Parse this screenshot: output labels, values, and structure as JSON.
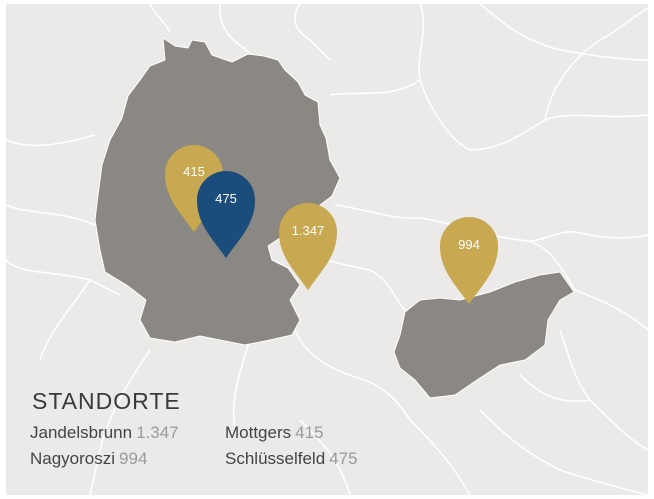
{
  "legend": {
    "title": "STANDORTE",
    "locations": [
      {
        "name": "Jandelsbrunn",
        "count": "1.347"
      },
      {
        "name": "Mottgers",
        "count": "415"
      },
      {
        "name": "Nagyoroszi",
        "count": "994"
      },
      {
        "name": "Schlüsselfeld",
        "count": "475"
      }
    ]
  },
  "pins": [
    {
      "label": "415",
      "color": "#c8a850"
    },
    {
      "label": "475",
      "color": "#1a4c7c"
    },
    {
      "label": "1.347",
      "color": "#c8a850"
    },
    {
      "label": "994",
      "color": "#c8a850"
    }
  ],
  "colors": {
    "background": "#ebeae8",
    "highlighted_country": "#8b8782",
    "border_line": "#ffffff",
    "gold_pin": "#c8a850",
    "blue_pin": "#1a4c7c"
  }
}
